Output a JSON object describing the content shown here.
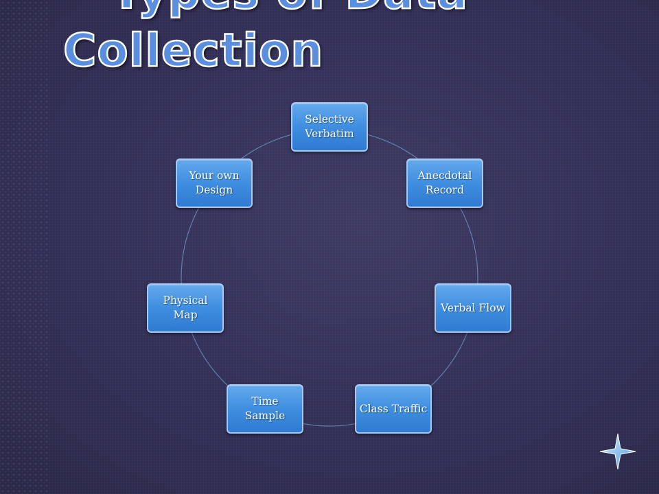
{
  "title": {
    "line1": "Types of Data",
    "line2": "Collection"
  },
  "diagram": {
    "type": "cycle",
    "nodes": [
      {
        "label": "Selective Verbatim"
      },
      {
        "label": "Anecdotal Record"
      },
      {
        "label": "Verbal Flow"
      },
      {
        "label": "Class Traffic"
      },
      {
        "label": "Time Sample"
      },
      {
        "label": "Physical Map"
      },
      {
        "label": "Your own Design"
      }
    ]
  },
  "colors": {
    "node_fill": "#3f8ee0",
    "node_border": "#a9c9f2",
    "title_fill": "#5a8fe0",
    "connector": "#6f8bb8",
    "background": "#34315a"
  },
  "decoration": {
    "corner_icon": "four-point-star-icon"
  }
}
